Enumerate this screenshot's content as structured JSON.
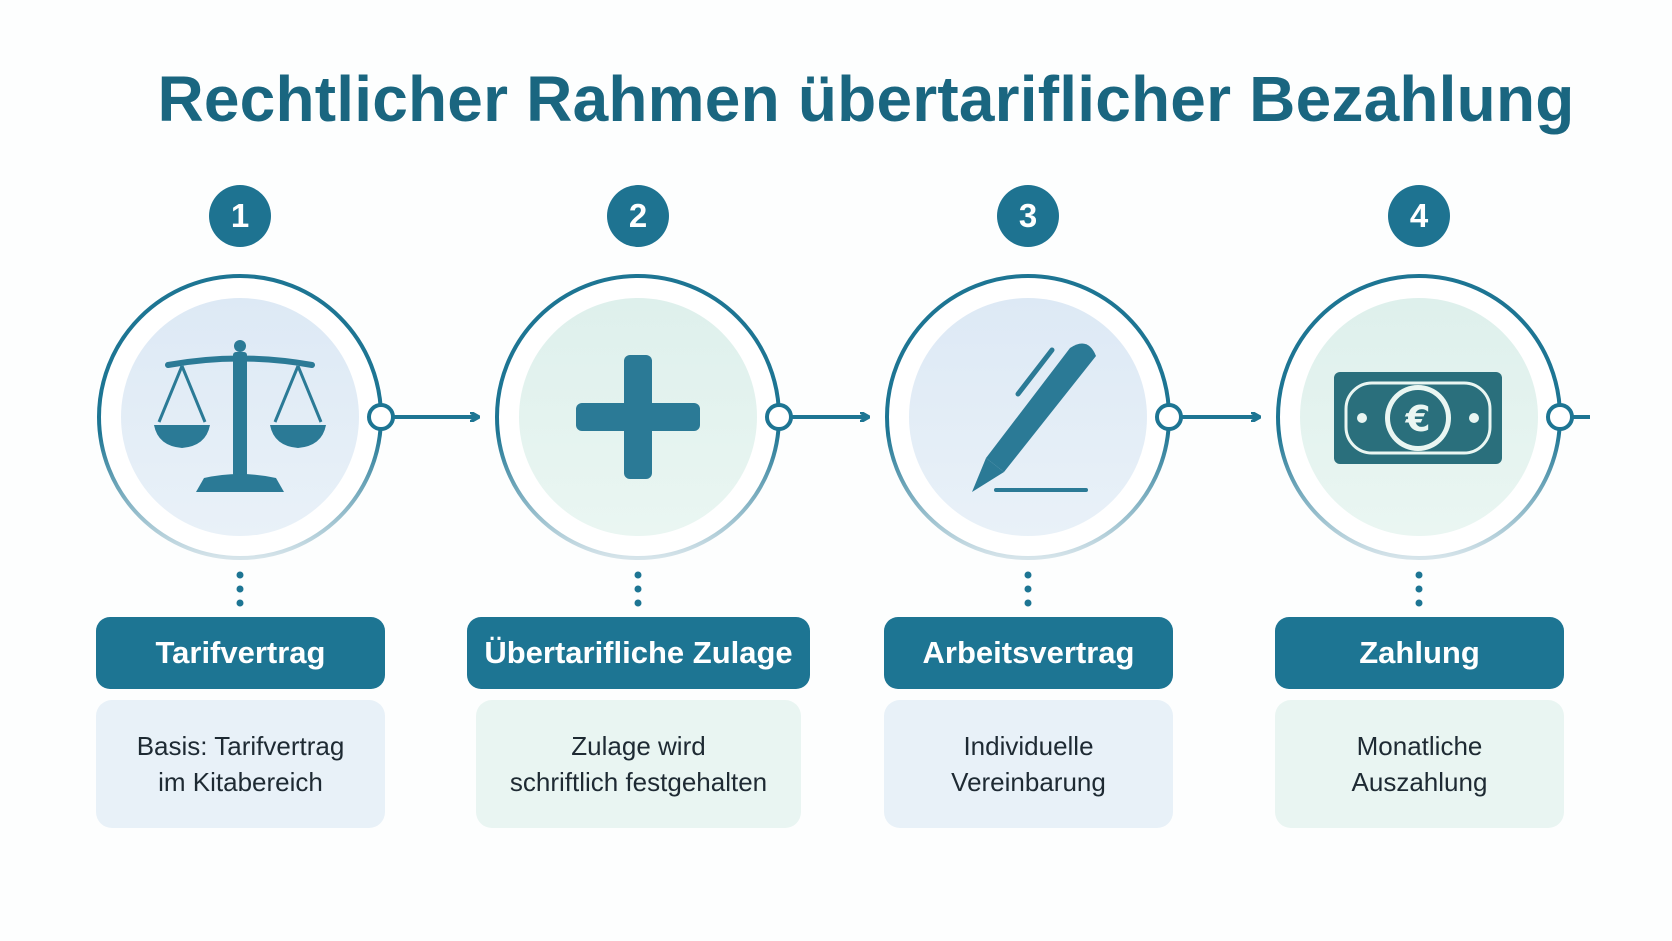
{
  "title": "Rechtlicher Rahmen übertariflicher Bezahlung",
  "colors": {
    "primary": "#1d7593",
    "title": "#1a6680",
    "box_blue": "#e8f1f8",
    "box_mint": "#e9f5f2"
  },
  "steps": [
    {
      "number": "1",
      "icon": "scales-icon",
      "label": "Tarifvertrag",
      "desc_line1": "Basis: Tarifvertrag",
      "desc_line2": "im Kitabereich"
    },
    {
      "number": "2",
      "icon": "plus-icon",
      "label": "Übertarifliche Zulage",
      "desc_line1": "Zulage wird",
      "desc_line2": "schriftlich festgehalten"
    },
    {
      "number": "3",
      "icon": "pen-icon",
      "label": "Arbeitsvertrag",
      "desc_line1": "Individuelle",
      "desc_line2": "Vereinbarung"
    },
    {
      "number": "4",
      "icon": "euro-banknote-icon",
      "label": "Zahlung",
      "desc_line1": "Monatliche",
      "desc_line2": "Auszahlung"
    }
  ]
}
